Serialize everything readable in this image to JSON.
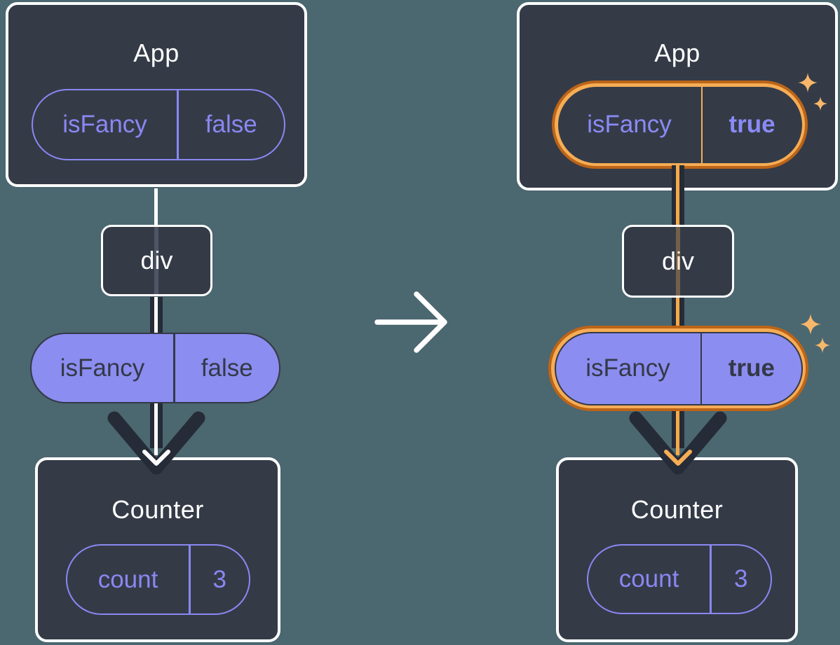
{
  "colors": {
    "background": "#4b6770",
    "box_fill": "#343b47",
    "box_border": "#ffffff",
    "purple_fill": "#8c8df0",
    "purple_outline": "#8a87f2",
    "pill_dark_text": "#333947",
    "arrow_dark": "#252b37",
    "highlight_ring_outer": "#bc6418",
    "highlight_ring_inner": "#f6ad55",
    "sparkle": "#f8b76a",
    "arrow_white": "#ffffff"
  },
  "center": {
    "icon": "right-arrow-icon"
  },
  "left": {
    "app": {
      "title": "App",
      "state": {
        "name": "isFancy",
        "value": "false"
      }
    },
    "div": {
      "label": "div"
    },
    "prop": {
      "name": "isFancy",
      "value": "false"
    },
    "counter": {
      "title": "Counter",
      "state": {
        "name": "count",
        "value": "3"
      }
    }
  },
  "right": {
    "app": {
      "title": "App",
      "state": {
        "name": "isFancy",
        "value": "true"
      }
    },
    "div": {
      "label": "div"
    },
    "prop": {
      "name": "isFancy",
      "value": "true"
    },
    "counter": {
      "title": "Counter",
      "state": {
        "name": "count",
        "value": "3"
      }
    }
  }
}
